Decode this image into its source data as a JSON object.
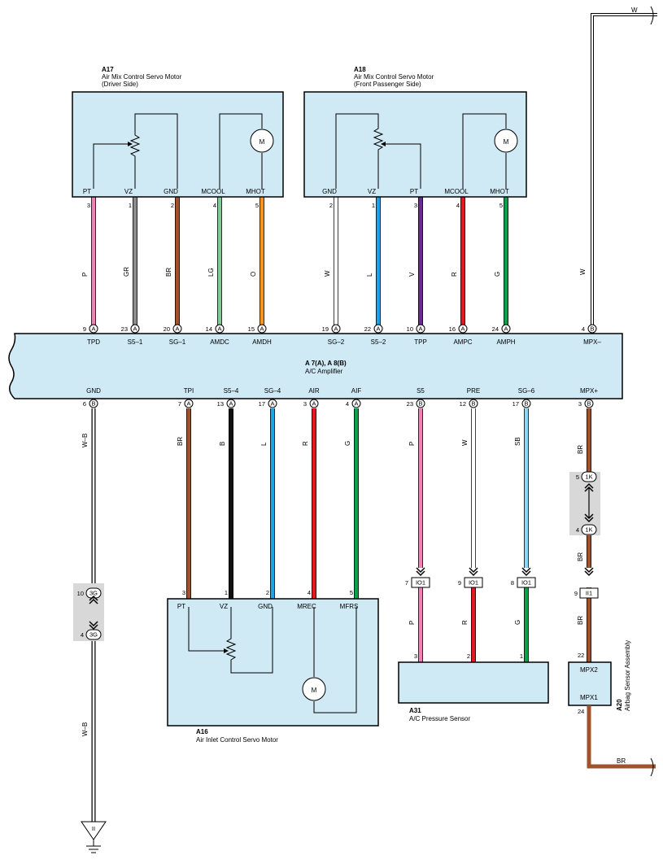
{
  "colors": {
    "P": "#ee82b4",
    "GR": "#8c8c8c",
    "BR": "#a0522d",
    "LG": "#7ccd95",
    "O": "#f7941d",
    "W": "#ffffff",
    "L": "#1aa3e8",
    "V": "#6a2c91",
    "R": "#e3191f",
    "G": "#0aa14b",
    "B": "#111111",
    "SB": "#8fd6f3",
    "WB": "#ffffff",
    "box": "#cfe9f5"
  },
  "a17": {
    "code": "A17",
    "title": "Air Mix Control Servo Motor",
    "sub": "(Driver Side)",
    "pins": [
      "PT",
      "VZ",
      "GND",
      "MCOOL",
      "MHOT"
    ],
    "nums": [
      "3",
      "1",
      "2",
      "4",
      "5"
    ],
    "wires": [
      "P",
      "GR",
      "BR",
      "LG",
      "O"
    ]
  },
  "a18": {
    "code": "A18",
    "title": "Air Mix Control Servo Motor",
    "sub": "(Front Passenger Side)",
    "pins": [
      "GND",
      "VZ",
      "PT",
      "MCOOL",
      "MHOT"
    ],
    "nums": [
      "2",
      "1",
      "3",
      "4",
      "5"
    ],
    "wires": [
      "W",
      "L",
      "V",
      "R",
      "G"
    ]
  },
  "amp": {
    "code": "A 7(A), A 8(B)",
    "name": "A/C Amplifier",
    "top": [
      {
        "num": "9",
        "c": "A",
        "name": "TPD"
      },
      {
        "num": "23",
        "c": "A",
        "name": "S5–1"
      },
      {
        "num": "20",
        "c": "A",
        "name": "SG–1"
      },
      {
        "num": "14",
        "c": "A",
        "name": "AMDC"
      },
      {
        "num": "15",
        "c": "A",
        "name": "AMDH"
      },
      {
        "num": "19",
        "c": "A",
        "name": "SG–2"
      },
      {
        "num": "22",
        "c": "A",
        "name": "S5–2"
      },
      {
        "num": "10",
        "c": "A",
        "name": "TPP"
      },
      {
        "num": "16",
        "c": "A",
        "name": "AMPC"
      },
      {
        "num": "24",
        "c": "A",
        "name": "AMPH"
      },
      {
        "num": "4",
        "c": "B",
        "name": "MPX–"
      }
    ],
    "bottom": [
      {
        "num": "6",
        "c": "B",
        "name": "GND"
      },
      {
        "num": "7",
        "c": "A",
        "name": "TPI"
      },
      {
        "num": "13",
        "c": "A",
        "name": "S5–4"
      },
      {
        "num": "17",
        "c": "A",
        "name": "SG–4"
      },
      {
        "num": "3",
        "c": "A",
        "name": "AIR"
      },
      {
        "num": "4",
        "c": "A",
        "name": "AIF"
      },
      {
        "num": "23",
        "c": "B",
        "name": "S5"
      },
      {
        "num": "12",
        "c": "B",
        "name": "PRE"
      },
      {
        "num": "17",
        "c": "B",
        "name": "SG–6"
      },
      {
        "num": "3",
        "c": "B",
        "name": "MPX+"
      }
    ]
  },
  "wire_top_w": "W",
  "mpx_minus_wire": "W",
  "gnd_wire": "W–B",
  "a16wires": [
    "BR",
    "B",
    "L",
    "R",
    "G"
  ],
  "a16": {
    "code": "A16",
    "title": "Air Inlet Control Servo Motor",
    "pins": [
      "PT",
      "VZ",
      "GND",
      "MREC",
      "MFRS"
    ],
    "nums": [
      "3",
      "1",
      "2",
      "4",
      "5"
    ]
  },
  "io": {
    "wires_up": [
      "P",
      "W",
      "SB"
    ],
    "wires_down": [
      "P",
      "R",
      "G"
    ],
    "nums": [
      "7",
      "9",
      "8"
    ],
    "label": "IO1",
    "pins": [
      "3",
      "2",
      "1"
    ]
  },
  "a31": {
    "code": "A31",
    "title": "A/C Pressure Sensor"
  },
  "j3g": {
    "top": "10",
    "bot": "4",
    "label": "3G"
  },
  "j1k": {
    "top": "5",
    "bot": "4",
    "label": "1K"
  },
  "ii1": {
    "num": "9",
    "label": "II1"
  },
  "a20": {
    "code": "A20",
    "title": "Airbag Sensor Assembly",
    "p1": "MPX2",
    "p2": "MPX1",
    "n1": "22",
    "n2": "24"
  },
  "br_labels": [
    "BR",
    "BR",
    "BR",
    "BR"
  ],
  "ground": {
    "label": "II"
  },
  "motor": "M"
}
